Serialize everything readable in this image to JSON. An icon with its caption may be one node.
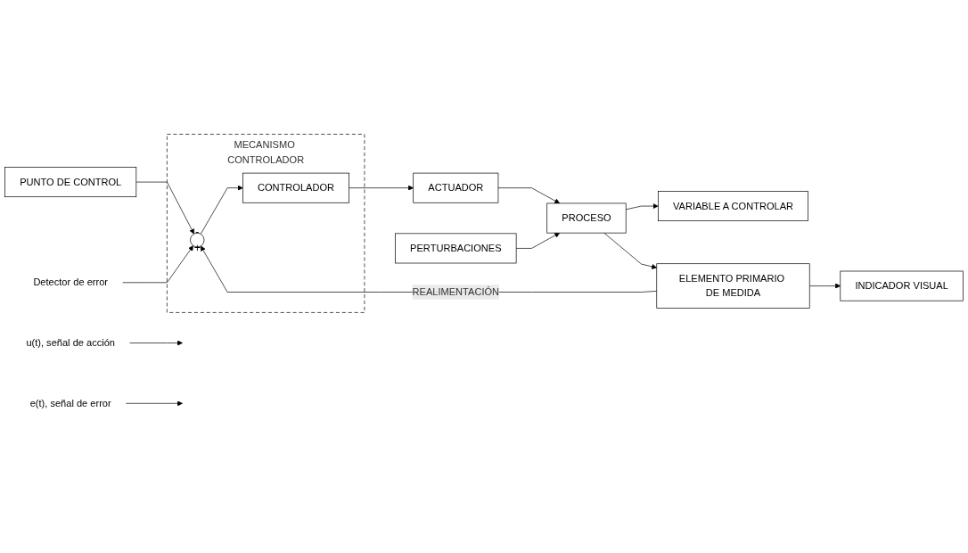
{
  "diagram": {
    "nodes": [
      {
        "text": [
          "MECANISMO CONTROLADOR"
        ]
      },
      {
        "text": [
          "CONTROLADOR"
        ],
        "in": 0
      },
      {
        "text": [
          "-",
          "+"
        ],
        "in": 0
      },
      {
        "text": [
          "ACTUADOR"
        ]
      },
      {
        "text": [
          "PROCESO"
        ]
      },
      {
        "text": [
          "PERTURBACIONES"
        ]
      },
      {
        "text": [
          "VARIABLE A CONTROLAR"
        ]
      },
      {
        "text": [
          "ELEMENTO PRIMARIO DE MEDIDA"
        ]
      },
      {
        "text": [
          "INDICADOR VISUAL"
        ]
      },
      {
        "text": [
          "PUNTO DE CONTROL"
        ]
      },
      {
        "text": [
          "u(t), señal de acción"
        ]
      },
      {
        "text": [
          "e(t), señal de error"
        ]
      },
      {
        "text": [
          "Detector de error"
        ]
      }
    ],
    "edges": [
      {
        "from": 1,
        "to": 3,
        "arrow": "to"
      },
      {
        "from": 3,
        "to": 4,
        "arrow": "to"
      },
      {
        "from": 4,
        "to": 6,
        "arrow": "to"
      },
      {
        "from": 5,
        "to": 4,
        "arrow": "to"
      },
      {
        "from": 4,
        "to": 7,
        "arrow": "to"
      },
      {
        "from": 7,
        "to": 2,
        "label": "REALIMENTACIÓN",
        "arrow": "to"
      },
      {
        "from": 9,
        "to": 2,
        "arrow": "to"
      },
      {
        "from": 2,
        "to": 1,
        "arrow": "to"
      },
      {
        "from": 7,
        "to": 8,
        "arrow": "to"
      },
      {
        "from": 10,
        "to": null,
        "arrow": "to"
      },
      {
        "from": 11,
        "to": null,
        "arrow": "to"
      },
      {
        "from": 12,
        "to": 2,
        "arrow": "to"
      }
    ]
  }
}
